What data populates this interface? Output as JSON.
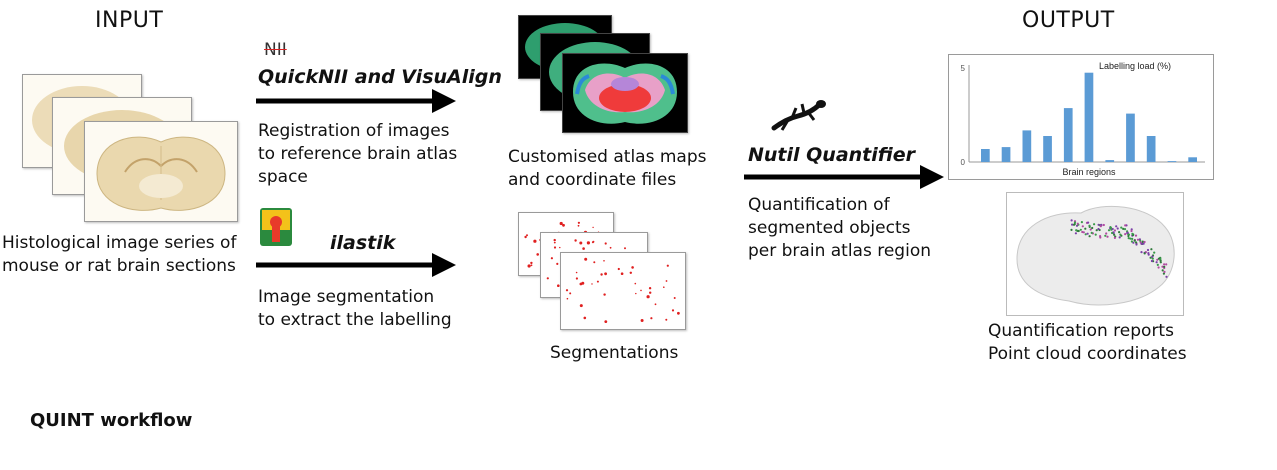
{
  "input": {
    "heading": "INPUT",
    "caption_line1": "Histological image series of",
    "caption_line2": "mouse or rat brain sections"
  },
  "registration": {
    "logo_text": "NII",
    "tool": "QuickNII and VisuAlign",
    "desc_line1": "Registration of images",
    "desc_line2": "to reference brain atlas",
    "desc_line3": "space"
  },
  "segmentation": {
    "tool": "ilastik",
    "desc_line1": "Image segmentation",
    "desc_line2": "to extract the labelling"
  },
  "atlas_maps": {
    "caption_line1": "Customised atlas maps",
    "caption_line2": "and coordinate files"
  },
  "segmentations": {
    "caption": "Segmentations"
  },
  "quantifier": {
    "tool": "Nutil Quantifier",
    "desc_line1": "Quantification of",
    "desc_line2": "segmented objects",
    "desc_line3": "per brain atlas region"
  },
  "output": {
    "heading": "OUTPUT",
    "caption_line1": "Quantification reports",
    "caption_line2": "Point cloud coordinates"
  },
  "footer": {
    "title": "QUINT workflow"
  },
  "colors": {
    "bar": "#5b9bd5",
    "arrow": "#000000",
    "atlas_green": "#2e9e6e",
    "dots": "#e02020"
  },
  "chart_data": {
    "type": "bar",
    "title": "Labelling load (%)",
    "xlabel": "Brain regions",
    "ylabel": "",
    "ylim": [
      0,
      5
    ],
    "yticks": [
      "0",
      "5"
    ],
    "values": [
      0.7,
      0.8,
      1.7,
      1.4,
      2.9,
      4.8,
      0.1,
      2.6,
      1.4,
      0.05,
      0.25
    ],
    "grid": false
  }
}
